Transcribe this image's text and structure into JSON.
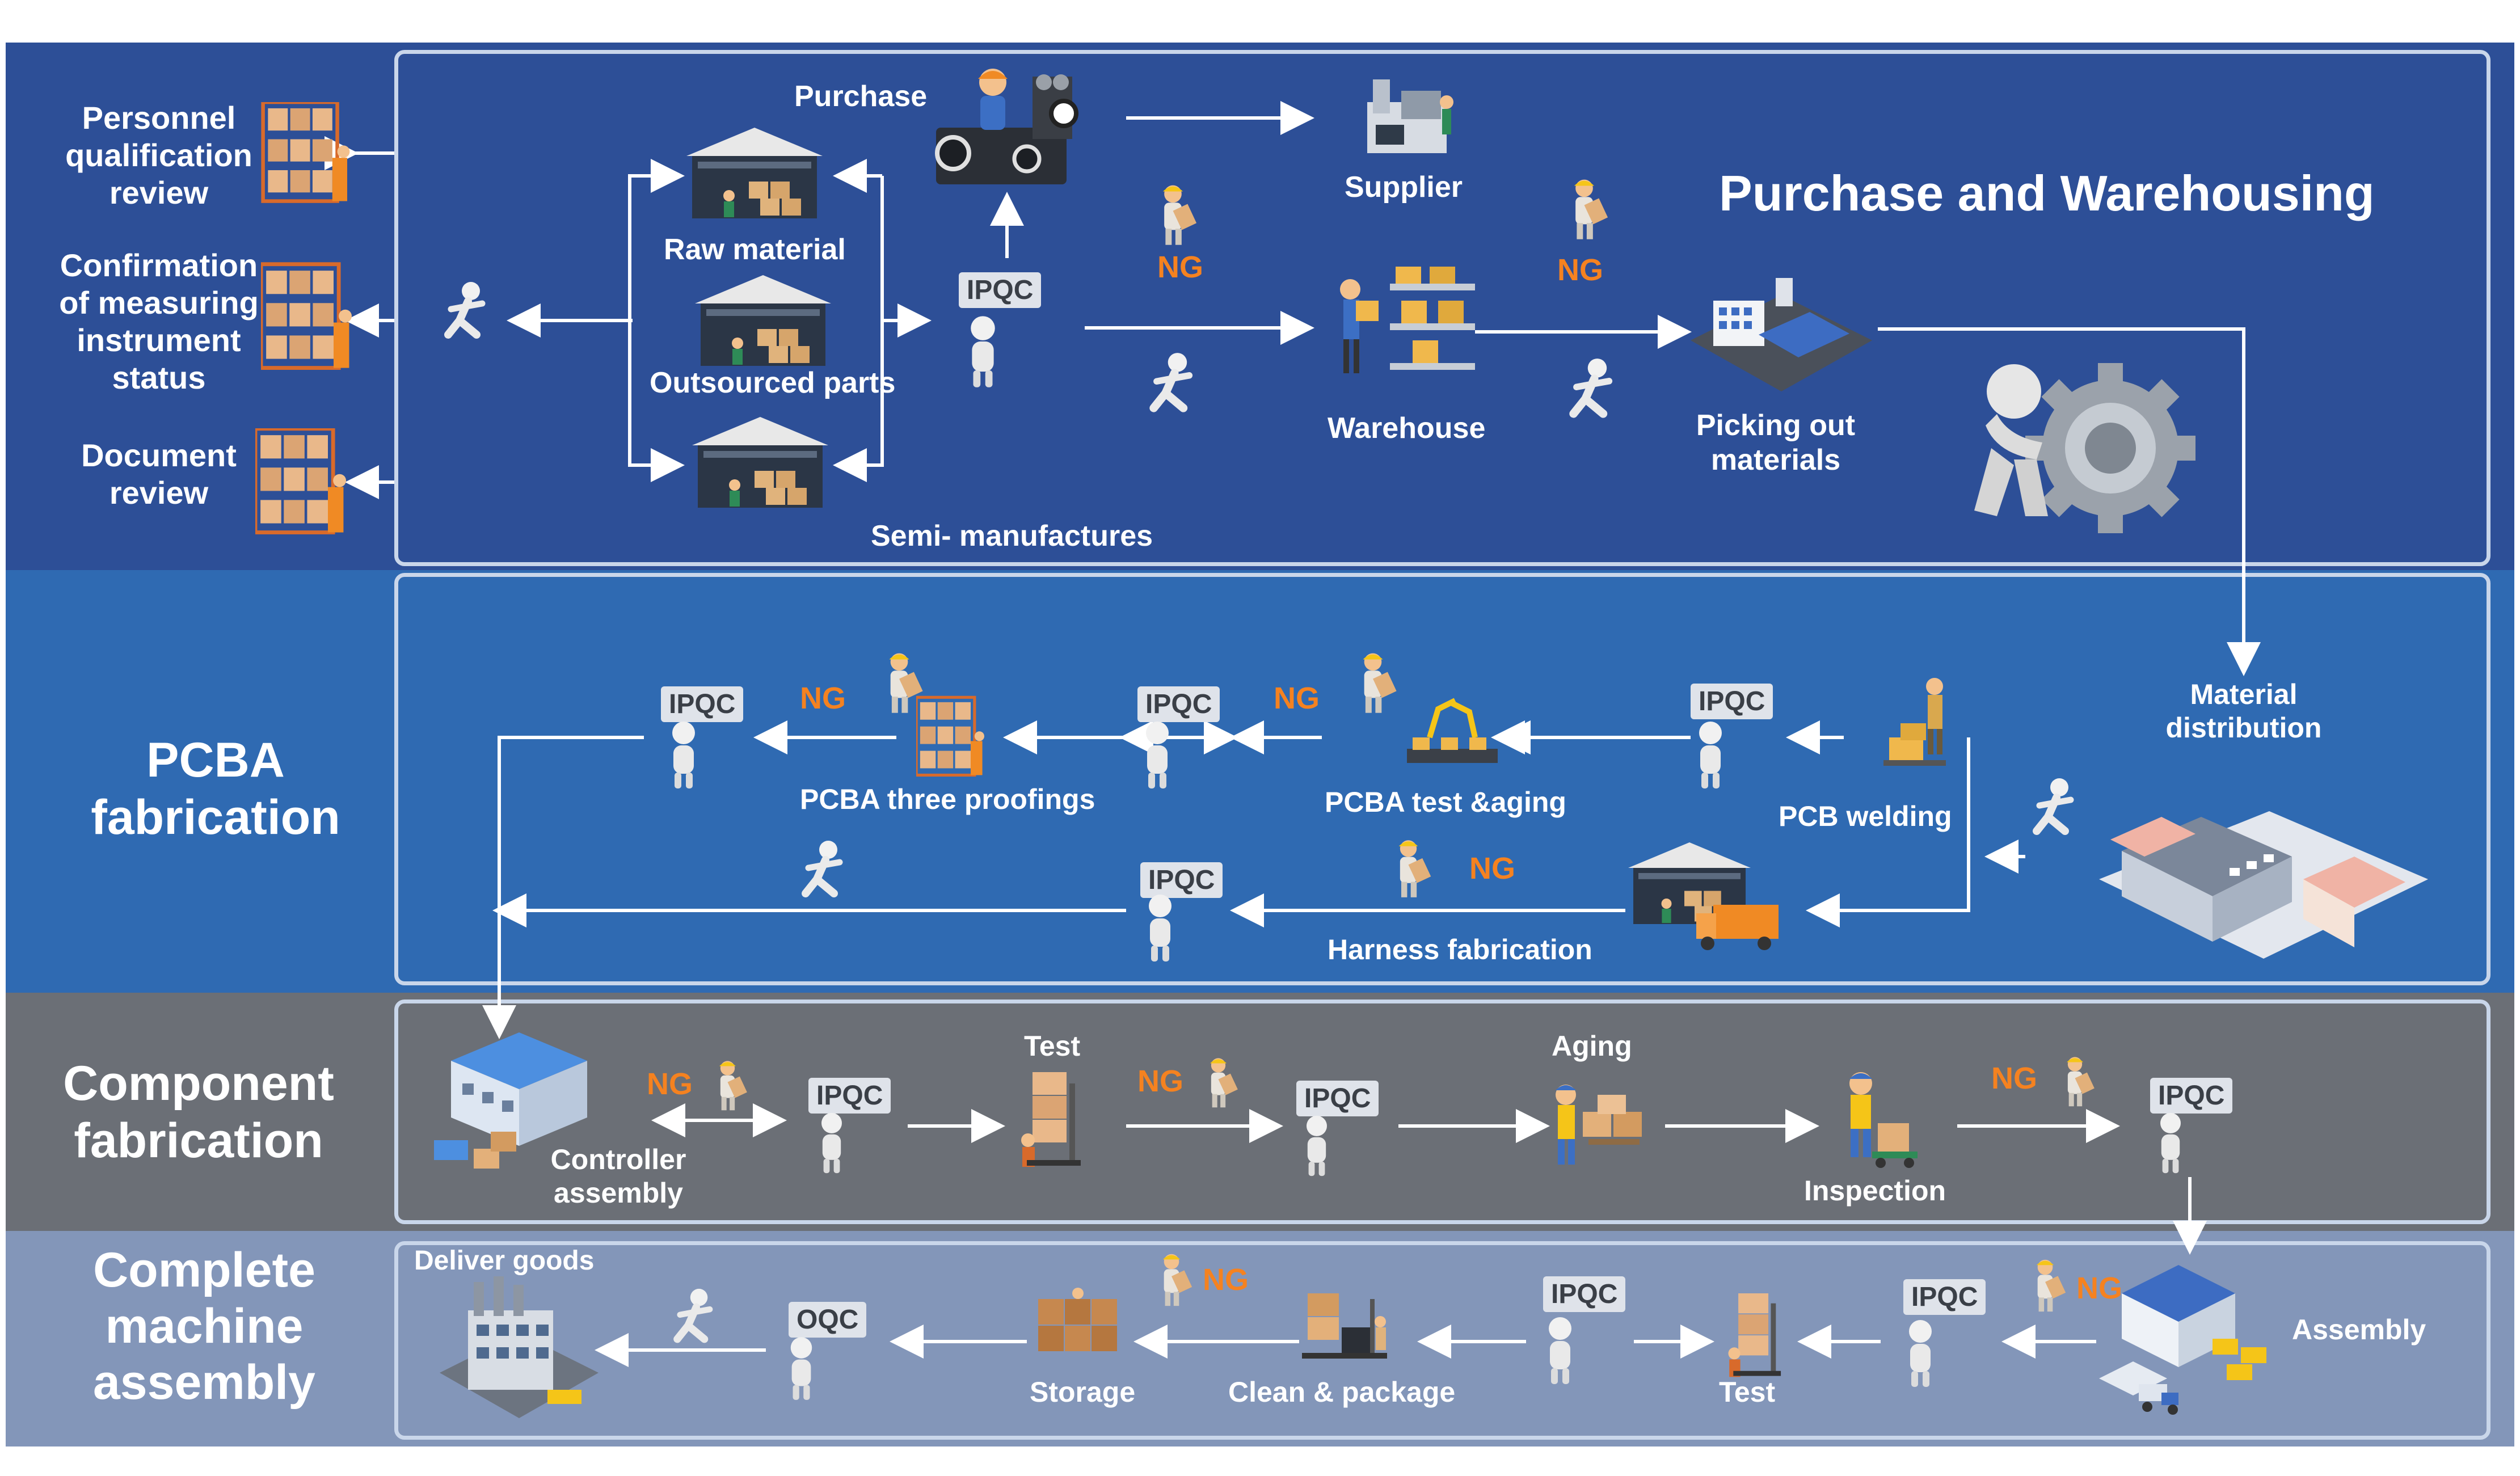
{
  "sections": {
    "purchase": {
      "title": "Purchase and Warehousing",
      "color": "#2d4f97"
    },
    "pcba": {
      "title_line1": "PCBA",
      "title_line2": "fabrication",
      "color": "#2f6ab2"
    },
    "component": {
      "title_line1": "Component",
      "title_line2": "fabrication",
      "color": "#6b6f76"
    },
    "complete": {
      "title_line1": "Complete",
      "title_line2": "machine",
      "title_line3": "assembly",
      "color": "#8396b9"
    }
  },
  "purchase": {
    "reviews": {
      "personnel": [
        "Personnel",
        "qualification",
        "review"
      ],
      "measuring": [
        "Confirmation",
        "of measuring",
        "instrument",
        "status"
      ],
      "document": [
        "Document",
        "review"
      ]
    },
    "purchase_label": "Purchase",
    "raw_material": "Raw material",
    "outsourced_parts": "Outsourced parts",
    "semi_manufactures": "Semi- manufactures",
    "supplier": "Supplier",
    "warehouse": "Warehouse",
    "picking": [
      "Picking out",
      "materials"
    ],
    "ipqc": "IPQC",
    "ng": "NG"
  },
  "pcba": {
    "material_distribution": [
      "Material",
      "distribution"
    ],
    "pcb_welding": "PCB welding",
    "pcba_test_aging": "PCBA test &aging",
    "pcba_three_proofings": "PCBA three proofings",
    "harness_fabrication": "Harness fabrication",
    "ipqc": "IPQC",
    "ng": "NG"
  },
  "component": {
    "controller_assembly": [
      "Controller",
      "assembly"
    ],
    "test": "Test",
    "aging": "Aging",
    "inspection": "Inspection",
    "ipqc": "IPQC",
    "ng": "NG"
  },
  "complete": {
    "deliver_goods": "Deliver goods",
    "oqc": "OQC",
    "storage": "Storage",
    "clean_package": "Clean & package",
    "test": "Test",
    "assembly": "Assembly",
    "ipqc": "IPQC",
    "ng": "NG"
  },
  "colors": {
    "ng": "#f58220",
    "ipqc_bg": "#dfe3ea",
    "frame": "#c9d6ea"
  }
}
